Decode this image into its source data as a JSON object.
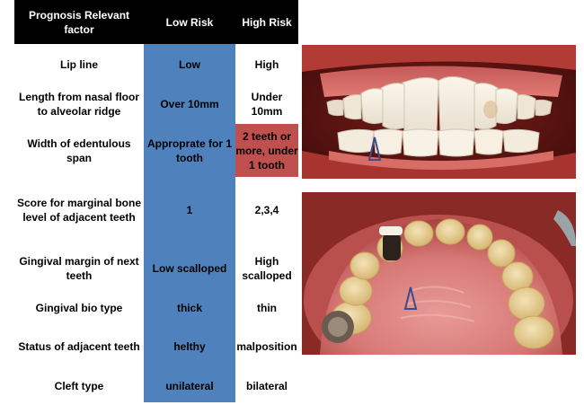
{
  "table": {
    "header": {
      "factor": "Prognosis Relevant factor",
      "low": "Low Risk",
      "high": "High Risk"
    },
    "rows": [
      {
        "factor": "Lip line",
        "low": "Low",
        "high": "High"
      },
      {
        "factor": "Length from nasal floor to alveolar ridge",
        "low": "Over 10mm",
        "high": "Under 10mm"
      },
      {
        "factor": "Width of edentulous span",
        "low": "Approprate for 1 tooth",
        "high": "2 teeth or more, under 1 tooth"
      },
      {
        "factor": "Score for marginal bone level of adjacent teeth",
        "low": "1",
        "high": "2,3,4"
      },
      {
        "factor": "Gingival margin of next teeth",
        "low": "Low scalloped",
        "high": "High scalloped"
      },
      {
        "factor": "Gingival bio type",
        "low": "thick",
        "high": "thin"
      },
      {
        "factor": "Status of adjacent teeth",
        "low": "helthy",
        "high": "malposition"
      },
      {
        "factor": "Cleft type",
        "low": "unilateral",
        "high": "bilateral"
      }
    ]
  },
  "colors": {
    "header_bg": "#000000",
    "low_risk_col": "#4f81bd",
    "highlight_red": "#c0504d",
    "arrow": "#3b4b8c"
  }
}
